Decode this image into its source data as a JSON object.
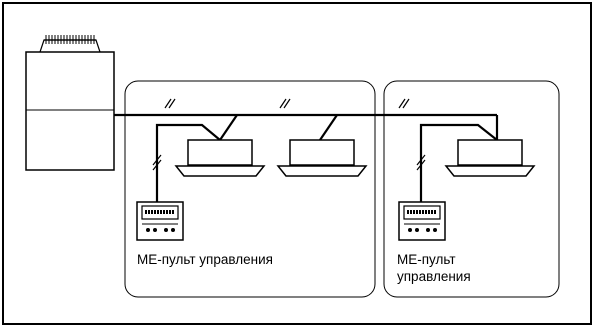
{
  "diagram": {
    "groups": [
      {
        "label_lines": [
          "ME-пульт управления"
        ]
      },
      {
        "label_lines": [
          "ME-пульт",
          "управления"
        ]
      }
    ]
  },
  "colors": {
    "line": "#000000",
    "unit_fill": "#ffffff",
    "background": "#ffffff"
  }
}
